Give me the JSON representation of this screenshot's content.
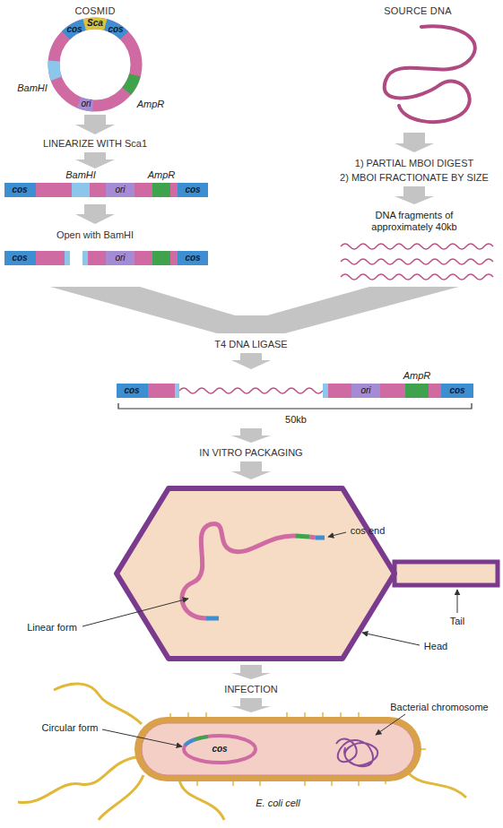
{
  "diagram": {
    "labels": [
      "COSMID",
      "SOURCE DNA",
      "cos",
      "Sca",
      "cos",
      "BamHI",
      "AmpR",
      "ori",
      "LINEARIZE WITH Sca1",
      "1) PARTIAL MBOI DIGEST",
      "2) MBOI FRACTIONATE BY SIZE",
      "cos",
      "BamHI",
      "ori",
      "AmpR",
      "cos",
      "DNA fragments of approximately 40kb",
      "Open with BamHI",
      "cos",
      "ori",
      "cos",
      "T4 DNA LIGASE",
      "AmpR",
      "cos",
      "ori",
      "cos",
      "50kb",
      "IN VITRO PACKAGING",
      "cos end",
      "Tail",
      "Linear form",
      "Head",
      "INFECTION",
      "Circular form",
      "cos",
      "Bacterial chromosome",
      "E. coli cell"
    ]
  }
}
